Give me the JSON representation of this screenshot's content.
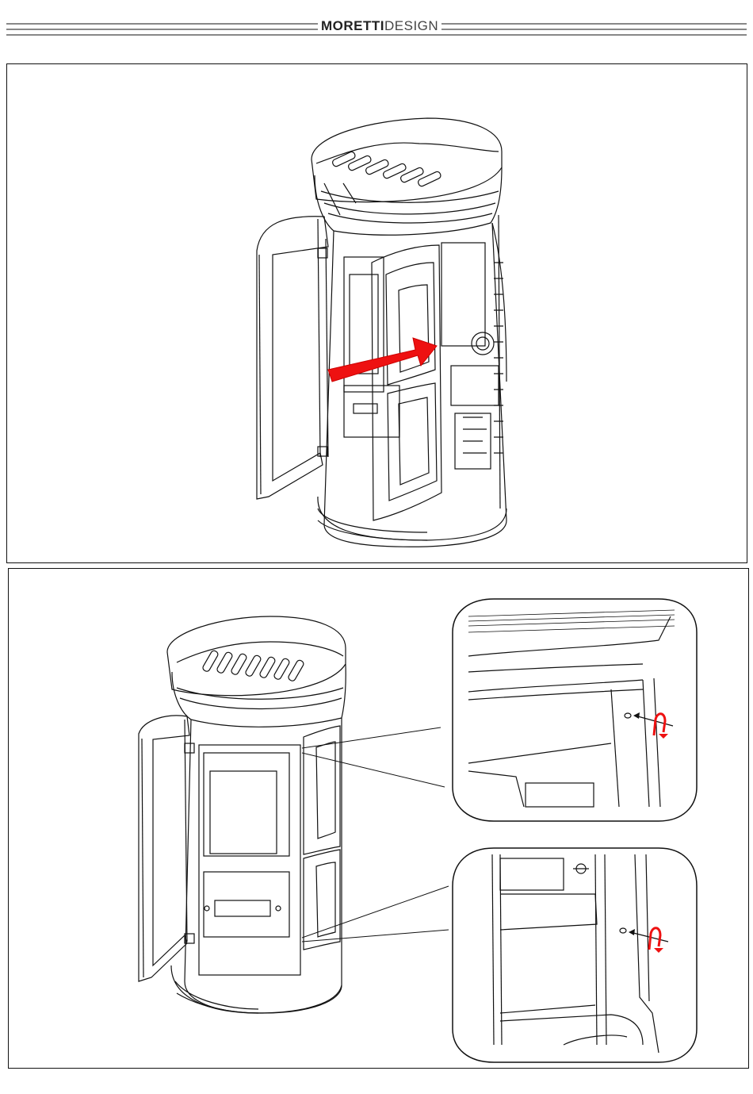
{
  "header": {
    "brand_bold": "MORETTI",
    "brand_light": "DESIGN"
  },
  "colors": {
    "arrow": "#ee1111",
    "line": "#111111",
    "paper": "#ffffff"
  },
  "icons": {
    "panel_1": [
      "stove-front-door-open-illustration",
      "red-arrow-icon"
    ],
    "panel_2": [
      "stove-front-panels-illustration",
      "detail-zoom-top",
      "detail-zoom-bottom",
      "rotate-arrow-icon"
    ]
  }
}
